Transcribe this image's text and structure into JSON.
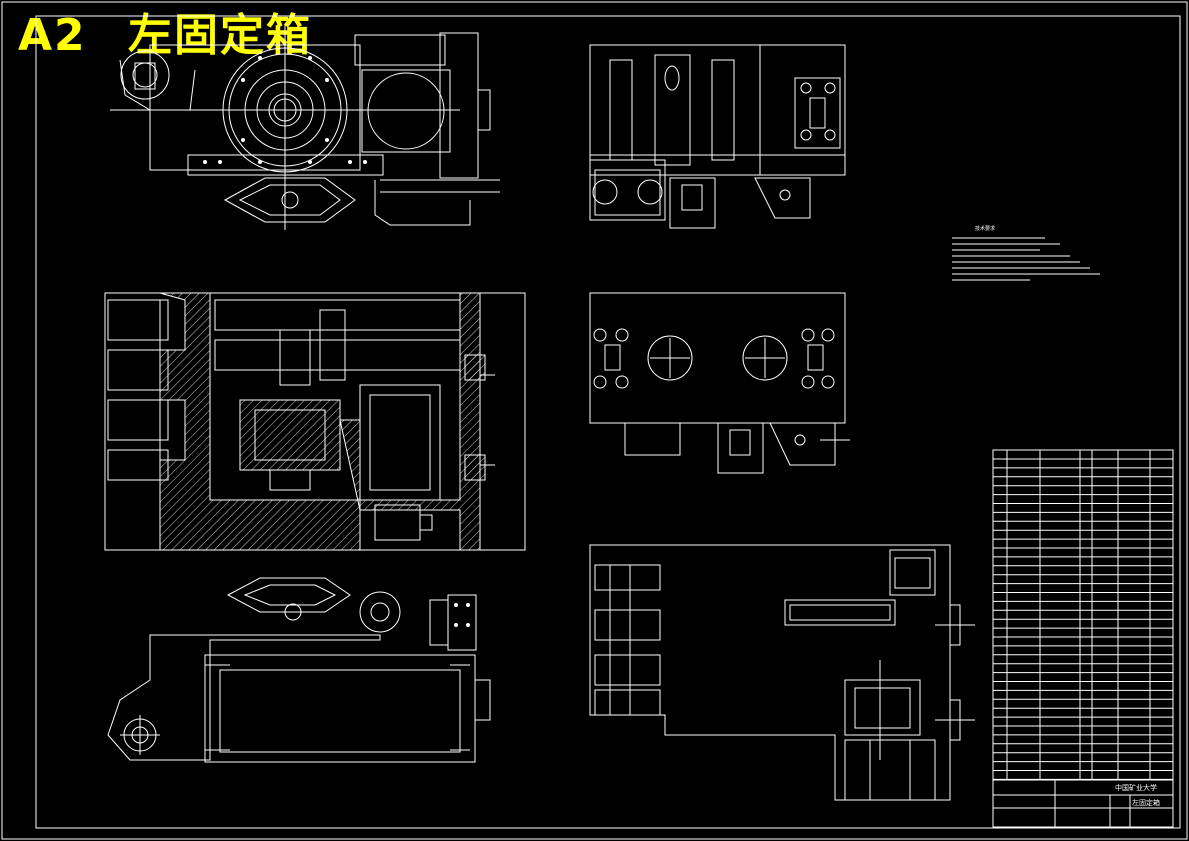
{
  "drawing": {
    "sheet_label": "A2",
    "title_cn": "左固定箱"
  },
  "tech_notes": {
    "heading": "技术要求"
  },
  "title_block": {
    "school": "中国矿业大学",
    "drawing_name": "左固定箱"
  },
  "colors": {
    "background": "#000000",
    "line": "#ffffff",
    "title": "#ffff00"
  }
}
